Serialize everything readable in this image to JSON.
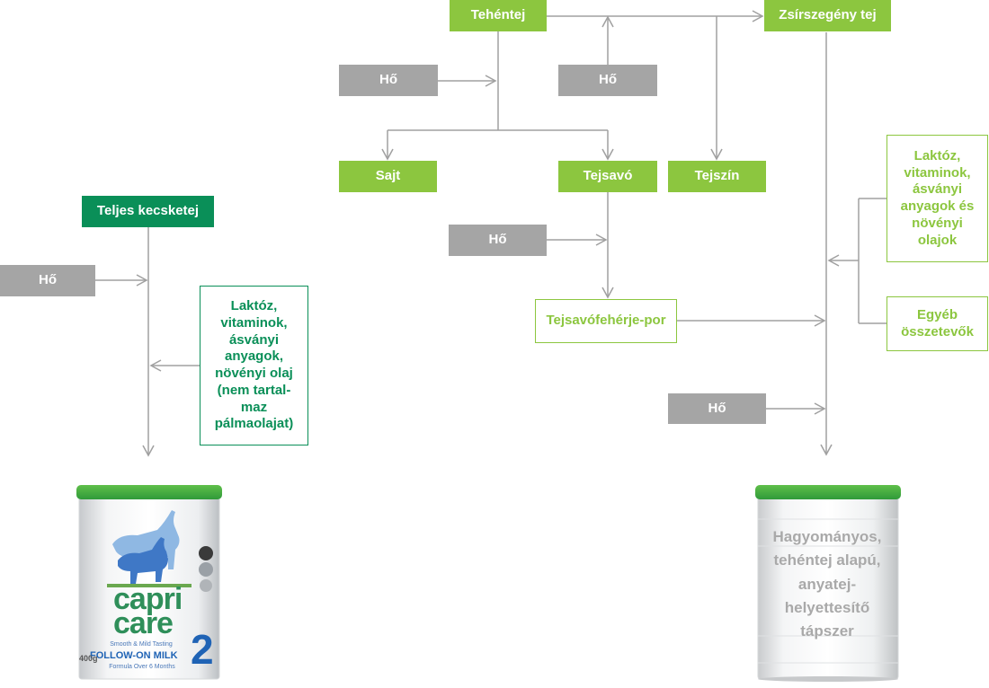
{
  "nodes": {
    "tehentej": "Tehéntej",
    "zsirszegeny": "Zsírszegény tej",
    "ho_left_top": "Hő",
    "ho_mid_top": "Hő",
    "sajt": "Sajt",
    "tejsavo": "Tejsavó",
    "tejszin": "Tejszín",
    "ho_tejsavo": "Hő",
    "tejsavofeherje": "Tejsavófehérje-por",
    "laktoz_right": "Laktóz, vitaminok, ásványi anyagok és növényi olajok",
    "egyeb": "Egyéb összetevők",
    "ho_right_bottom": "Hő",
    "teljes_kecsketej": "Teljes kecsketej",
    "ho_goat": "Hő",
    "laktoz_goat": "Laktóz, vitaminok, ásványi anyagok, növényi olaj (nem tartal-maz pálmaolajat)"
  },
  "products": {
    "generic_can_label": "Hagyományos, tehéntej alapú, anyatej-helyettesítő tápszer",
    "capricare": {
      "brand_line1": "capri",
      "brand_line2": "care",
      "tagline": "Smooth & Mild Tasting",
      "product_name": "FOLLOW-ON MILK",
      "subtitle": "Formula Over 6 Months",
      "stage_number": "2",
      "weight": "400g"
    }
  },
  "colors": {
    "lime": "#8cc63f",
    "dark_green": "#0a8f58",
    "gray": "#a5a5a5",
    "arrow": "#a0a0a0",
    "capricare_blue": "#1f63b5"
  }
}
